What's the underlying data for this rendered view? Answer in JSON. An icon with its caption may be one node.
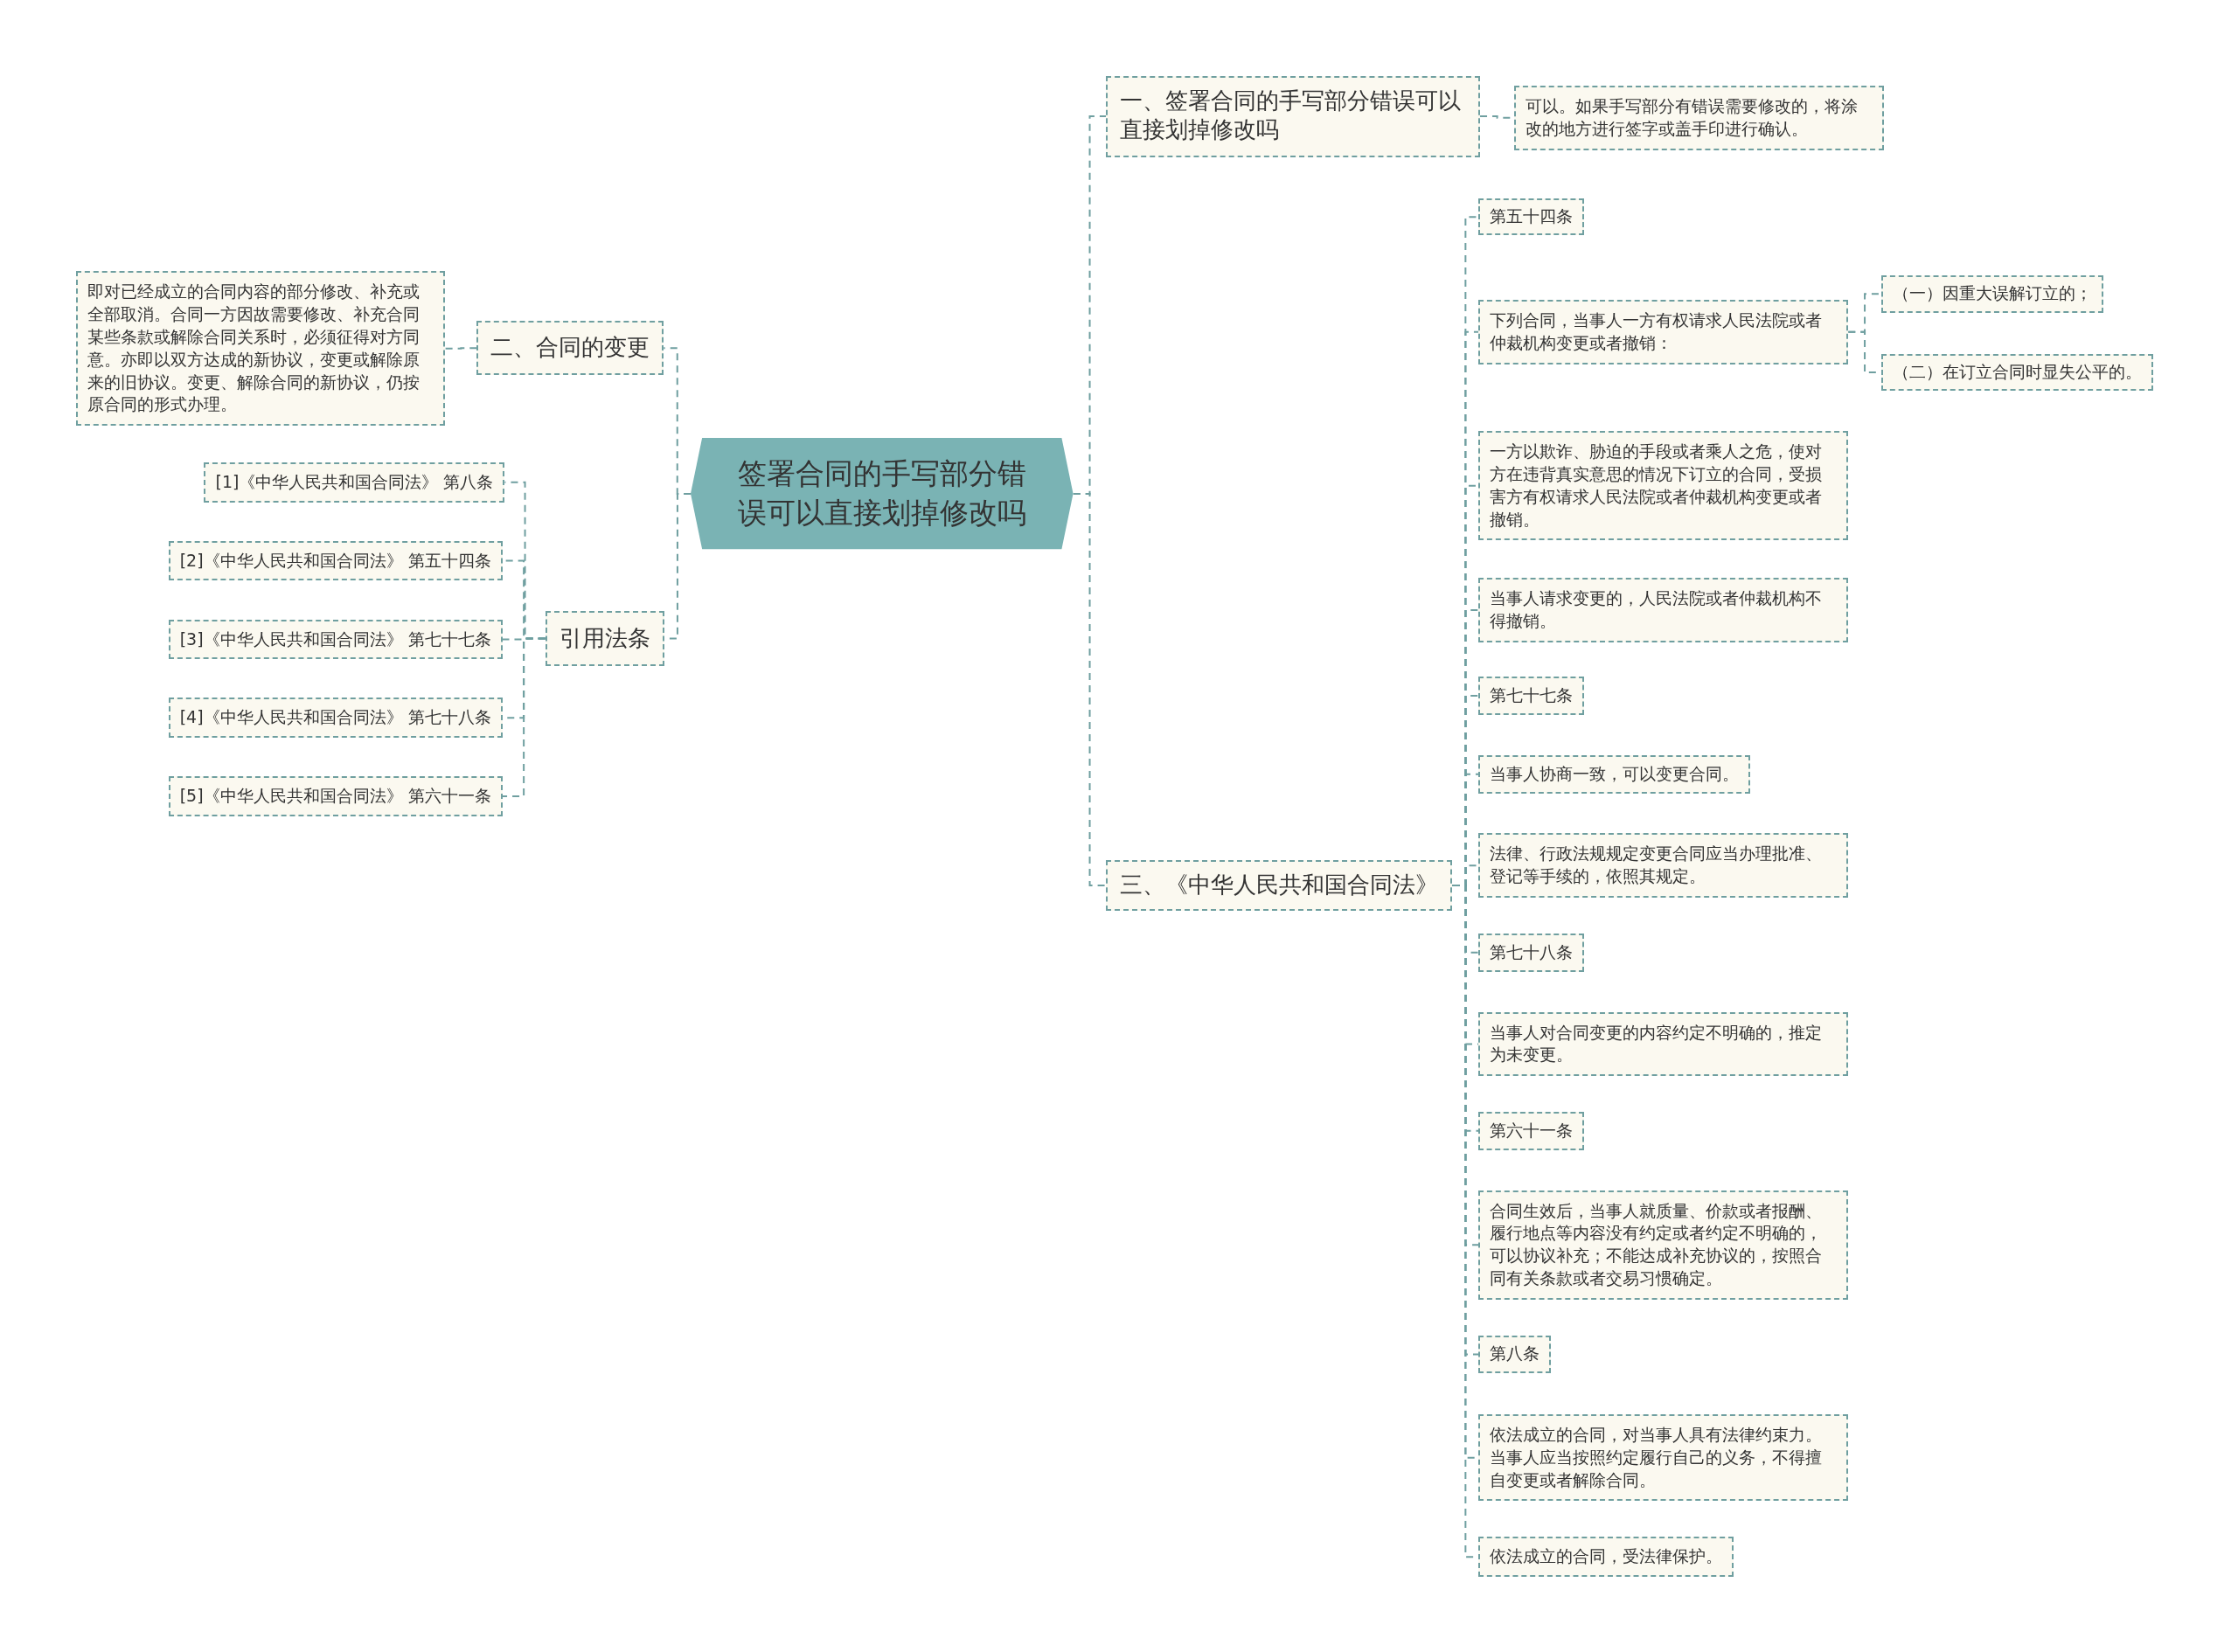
{
  "diagram": {
    "nodes": [
      {
        "text": [
          "签署合同的手写部分错误可以直接划掉修改吗"
        ]
      },
      {
        "text": [
          "一、签署合同的手写部分错误可以直接划掉修改吗"
        ]
      },
      {
        "text": [
          "可以。如果手写部分有错误需要修改的，将涂改的地方进行签字或盖手印进行确认。"
        ]
      },
      {
        "text": [
          "三、《中华人民共和国合同法》"
        ]
      },
      {
        "text": [
          "第五十四条"
        ]
      },
      {
        "text": [
          "下列合同，当事人一方有权请求人民法院或者仲裁机构变更或者撤销："
        ]
      },
      {
        "text": [
          "（一）因重大误解订立的；"
        ]
      },
      {
        "text": [
          "（二）在订立合同时显失公平的。"
        ]
      },
      {
        "text": [
          "一方以欺诈、胁迫的手段或者乘人之危，使对方在违背真实意思的情况下订立的合同，受损害方有权请求人民法院或者仲裁机构变更或者撤销。"
        ]
      },
      {
        "text": [
          "当事人请求变更的，人民法院或者仲裁机构不得撤销。"
        ]
      },
      {
        "text": [
          "第七十七条"
        ]
      },
      {
        "text": [
          "当事人协商一致，可以变更合同。"
        ]
      },
      {
        "text": [
          "法律、行政法规规定变更合同应当办理批准、登记等手续的，依照其规定。"
        ]
      },
      {
        "text": [
          "第七十八条"
        ]
      },
      {
        "text": [
          "当事人对合同变更的内容约定不明确的，推定为未变更。"
        ]
      },
      {
        "text": [
          "第六十一条"
        ]
      },
      {
        "text": [
          "合同生效后，当事人就质量、价款或者报酬、履行地点等内容没有约定或者约定不明确的，可以协议补充；不能达成补充协议的，按照合同有关条款或者交易习惯确定。"
        ]
      },
      {
        "text": [
          "第八条"
        ]
      },
      {
        "text": [
          "依法成立的合同，对当事人具有法律约束力。当事人应当按照约定履行自己的义务，不得擅自变更或者解除合同。"
        ]
      },
      {
        "text": [
          "依法成立的合同，受法律保护。"
        ]
      },
      {
        "text": [
          "二、合同的变更"
        ]
      },
      {
        "text": [
          "即对已经成立的合同内容的部分修改、补充或全部取消。合同一方因故需要修改、补充合同某些条款或解除合同关系时，必须征得对方同意。亦即以双方达成的新协议，变更或解除原来的旧协议。变更、解除合同的新协议，仍按原合同的形式办理。"
        ]
      },
      {
        "text": [
          "引用法条"
        ]
      },
      {
        "text": [
          "[1]《中华人民共和国合同法》 第八条"
        ]
      },
      {
        "text": [
          "[2]《中华人民共和国合同法》 第五十四条"
        ]
      },
      {
        "text": [
          "[3]《中华人民共和国合同法》 第七十七条"
        ]
      },
      {
        "text": [
          "[4]《中华人民共和国合同法》 第七十八条"
        ]
      },
      {
        "text": [
          "[5]《中华人民共和国合同法》 第六十一条"
        ]
      }
    ],
    "edges": [
      {
        "from": 0,
        "to": 1,
        "arrow": "none"
      },
      {
        "from": 1,
        "to": 2,
        "arrow": "none"
      },
      {
        "from": 0,
        "to": 3,
        "arrow": "none"
      },
      {
        "from": 3,
        "to": 4,
        "arrow": "none"
      },
      {
        "from": 3,
        "to": 5,
        "arrow": "none"
      },
      {
        "from": 5,
        "to": 6,
        "arrow": "none"
      },
      {
        "from": 5,
        "to": 7,
        "arrow": "none"
      },
      {
        "from": 3,
        "to": 8,
        "arrow": "none"
      },
      {
        "from": 3,
        "to": 9,
        "arrow": "none"
      },
      {
        "from": 3,
        "to": 10,
        "arrow": "none"
      },
      {
        "from": 3,
        "to": 11,
        "arrow": "none"
      },
      {
        "from": 3,
        "to": 12,
        "arrow": "none"
      },
      {
        "from": 3,
        "to": 13,
        "arrow": "none"
      },
      {
        "from": 3,
        "to": 14,
        "arrow": "none"
      },
      {
        "from": 3,
        "to": 15,
        "arrow": "none"
      },
      {
        "from": 3,
        "to": 16,
        "arrow": "none"
      },
      {
        "from": 3,
        "to": 17,
        "arrow": "none"
      },
      {
        "from": 3,
        "to": 18,
        "arrow": "none"
      },
      {
        "from": 3,
        "to": 19,
        "arrow": "none"
      },
      {
        "from": 0,
        "to": 20,
        "arrow": "none"
      },
      {
        "from": 20,
        "to": 21,
        "arrow": "none"
      },
      {
        "from": 0,
        "to": 22,
        "arrow": "none"
      },
      {
        "from": 22,
        "to": 23,
        "arrow": "none"
      },
      {
        "from": 22,
        "to": 24,
        "arrow": "none"
      },
      {
        "from": 22,
        "to": 25,
        "arrow": "none"
      },
      {
        "from": 22,
        "to": 26,
        "arrow": "none"
      },
      {
        "from": 22,
        "to": 27,
        "arrow": "none"
      }
    ]
  }
}
